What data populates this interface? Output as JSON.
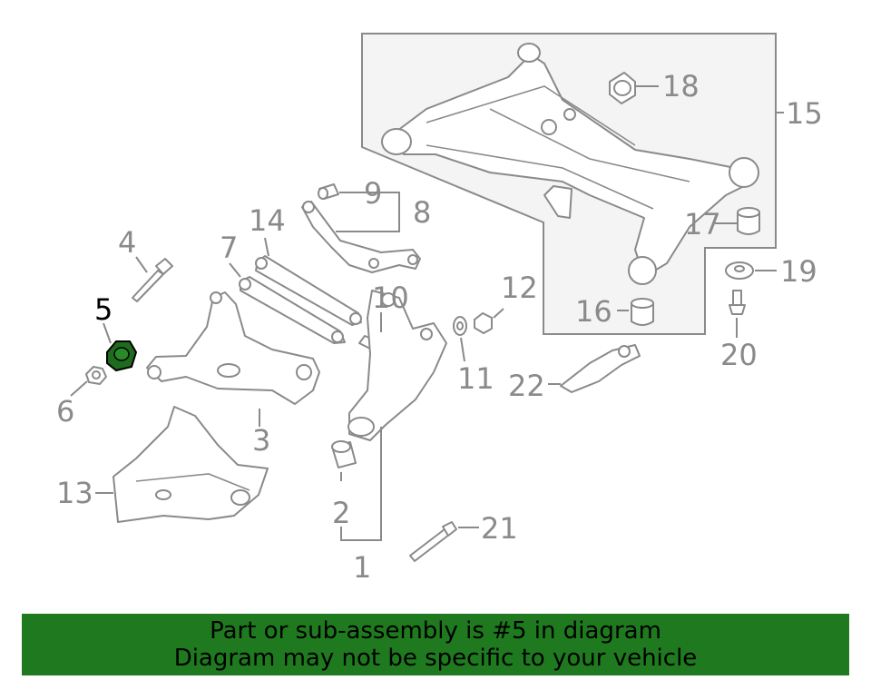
{
  "colors": {
    "banner": "#1f7a1f",
    "highlight_part": "#1e6b1e",
    "line_art": "#8a8a8a",
    "panel": "#f4f4f4"
  },
  "callouts": {
    "c1": "1",
    "c2": "2",
    "c3": "3",
    "c4": "4",
    "c5": "5",
    "c6": "6",
    "c7": "7",
    "c8": "8",
    "c9": "9",
    "c10": "10",
    "c11": "11",
    "c12": "12",
    "c13": "13",
    "c14": "14",
    "c15": "15",
    "c16": "16",
    "c17": "17",
    "c18": "18",
    "c19": "19",
    "c20": "20",
    "c21": "21",
    "c22": "22"
  },
  "highlighted_callout": "5",
  "banner": {
    "line1": "Part or sub-assembly is #5 in diagram",
    "line2": "Diagram may not be specific to your vehicle"
  }
}
